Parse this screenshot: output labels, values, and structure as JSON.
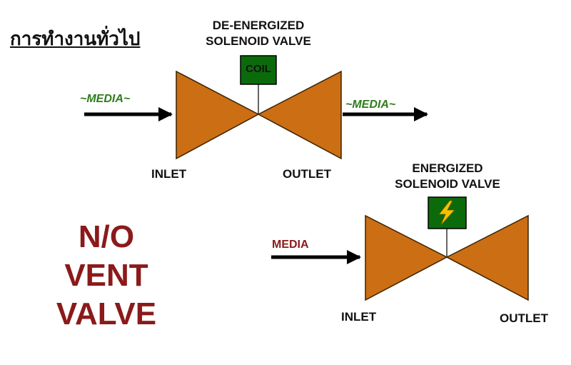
{
  "heading": "การทำงานทั่วไป",
  "top_valve": {
    "state_line1": "DE-ENERGIZED",
    "state_line2": "SOLENOID VALVE",
    "coil_label": "COIL",
    "media_in": "~MEDIA~",
    "media_out": "~MEDIA~",
    "inlet": "INLET",
    "outlet": "OUTLET"
  },
  "bottom_valve": {
    "state_line1": "ENERGIZED",
    "state_line2": "SOLENOID VALVE",
    "media_in": "MEDIA",
    "inlet": "INLET",
    "outlet": "OUTLET"
  },
  "vent_label": [
    "N/O",
    "VENT",
    "VALVE"
  ],
  "colors": {
    "valve_body": "#cc6e14",
    "coil_box": "#0b6b0b",
    "media_green": "#2e7d1a",
    "media_red": "#8b1a1a",
    "vent_text": "#8b1a1a",
    "lightning": "#f2c200"
  }
}
